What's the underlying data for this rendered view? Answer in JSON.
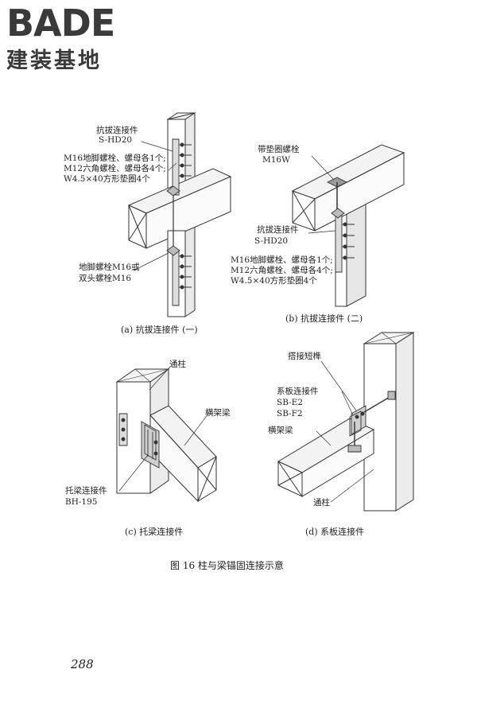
{
  "header": {
    "logo_text": "BADE",
    "logo_subtitle": "建装基地",
    "brand_color": "#3a3a3a"
  },
  "figures": {
    "a": {
      "caption": "(a) 抗拔连接件 (一)",
      "labels": {
        "connector": "抗拔连接件",
        "connector_code": "S-HD20",
        "spec1": "M16地脚螺栓、螺母各1个;",
        "spec2": "M12六角螺栓、螺母各4个;",
        "spec3": "W4.5×40方形垫圈4个",
        "anchor1": "地脚螺栓M16或",
        "anchor2": "双头螺栓M16"
      }
    },
    "b": {
      "caption": "(b) 抗拔连接件 (二)",
      "labels": {
        "washer_bolt": "带垫圈螺栓",
        "washer_bolt_code": "M16W",
        "connector": "抗拔连接件",
        "connector_code": "S-HD20",
        "spec1": "M16地脚螺栓、螺母各1个;",
        "spec2": "M12六角螺栓、螺母各4个;",
        "spec3": "W4.5×40方形垫圈4个"
      }
    },
    "c": {
      "caption": "(c) 托梁连接件",
      "labels": {
        "column": "通柱",
        "beam": "横架梁",
        "hanger": "托梁连接件",
        "hanger_code": "BH-195"
      }
    },
    "d": {
      "caption": "(d) 系板连接件",
      "labels": {
        "splice": "搭接短榫",
        "tie": "系板连接件",
        "tie_code1": "SB-E2",
        "tie_code2": "SB-F2",
        "beam": "横架梁",
        "column": "通柱"
      }
    }
  },
  "figure_caption": "图 16   柱与梁锚固连接示意",
  "page_number": "288"
}
